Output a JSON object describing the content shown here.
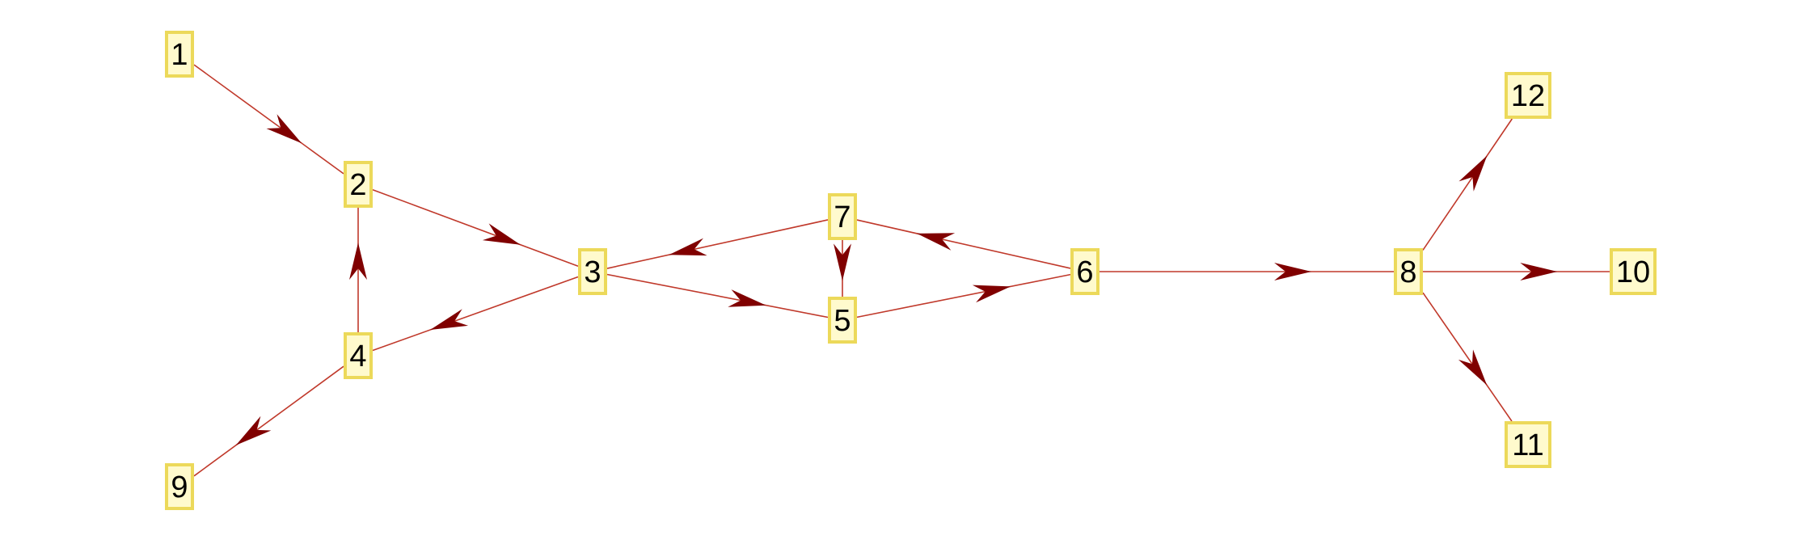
{
  "colors": {
    "node_fill": "#fffacd",
    "node_border": "#ecd95a",
    "edge_line": "#c0392b",
    "arrow": "#800000",
    "label": "#000000"
  },
  "nodes": [
    {
      "id": "1",
      "label": "1"
    },
    {
      "id": "2",
      "label": "2"
    },
    {
      "id": "3",
      "label": "3"
    },
    {
      "id": "4",
      "label": "4"
    },
    {
      "id": "5",
      "label": "5"
    },
    {
      "id": "6",
      "label": "6"
    },
    {
      "id": "7",
      "label": "7"
    },
    {
      "id": "8",
      "label": "8"
    },
    {
      "id": "9",
      "label": "9"
    },
    {
      "id": "10",
      "label": "10"
    },
    {
      "id": "11",
      "label": "11"
    },
    {
      "id": "12",
      "label": "12"
    }
  ],
  "edges": [
    {
      "from": "1",
      "to": "2"
    },
    {
      "from": "2",
      "to": "3"
    },
    {
      "from": "4",
      "to": "2"
    },
    {
      "from": "3",
      "to": "4"
    },
    {
      "from": "4",
      "to": "9"
    },
    {
      "from": "3",
      "to": "5"
    },
    {
      "from": "7",
      "to": "3"
    },
    {
      "from": "7",
      "to": "5"
    },
    {
      "from": "5",
      "to": "6"
    },
    {
      "from": "6",
      "to": "7"
    },
    {
      "from": "6",
      "to": "8"
    },
    {
      "from": "8",
      "to": "12"
    },
    {
      "from": "8",
      "to": "10"
    },
    {
      "from": "8",
      "to": "11"
    }
  ]
}
